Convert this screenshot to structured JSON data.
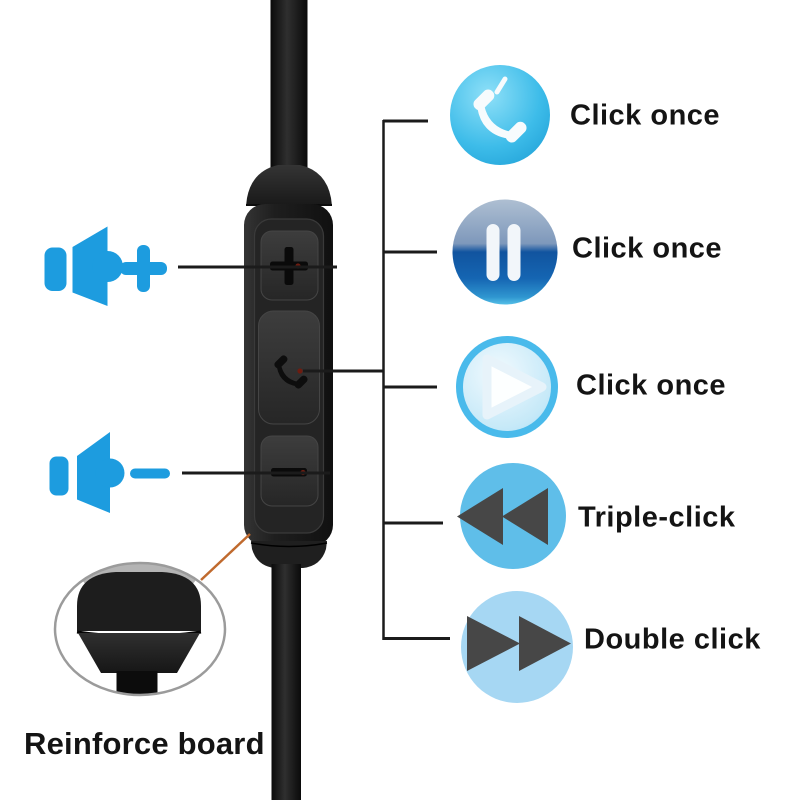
{
  "gestures": {
    "rows": [
      {
        "icon": "phone-call-icon",
        "label": "Click once"
      },
      {
        "icon": "pause-icon",
        "label": "Click once"
      },
      {
        "icon": "play-icon",
        "label": "Click once"
      },
      {
        "icon": "rewind-icon",
        "label": "Triple-click"
      },
      {
        "icon": "fast-forward-icon",
        "label": "Double click"
      }
    ]
  },
  "remote": {
    "buttons": [
      {
        "name": "volume-up-button",
        "glyph": "plus"
      },
      {
        "name": "multifunction-button",
        "glyph": "phone-handset"
      },
      {
        "name": "volume-down-button",
        "glyph": "minus"
      }
    ],
    "side_indicators": [
      {
        "name": "volume-up-indicator",
        "glyph": "speaker-plus"
      },
      {
        "name": "volume-down-indicator",
        "glyph": "speaker-minus"
      }
    ]
  },
  "callout": {
    "label": "Reinforce board"
  },
  "colors": {
    "speaker_blue": "#1D9CDF",
    "phone_circle_blue": "#2FB0E2",
    "pause_circle_blue": "#11549F",
    "play_circle_blue": "#49BAEB",
    "rewind_circle_blue": "#5FBEE9",
    "fast_forward_circle_blue": "#A6D7F3",
    "triangle_gray": "#474747",
    "line_black": "#1B1B1B",
    "callout_orange": "#C06A2E",
    "label_text": "#141414"
  }
}
